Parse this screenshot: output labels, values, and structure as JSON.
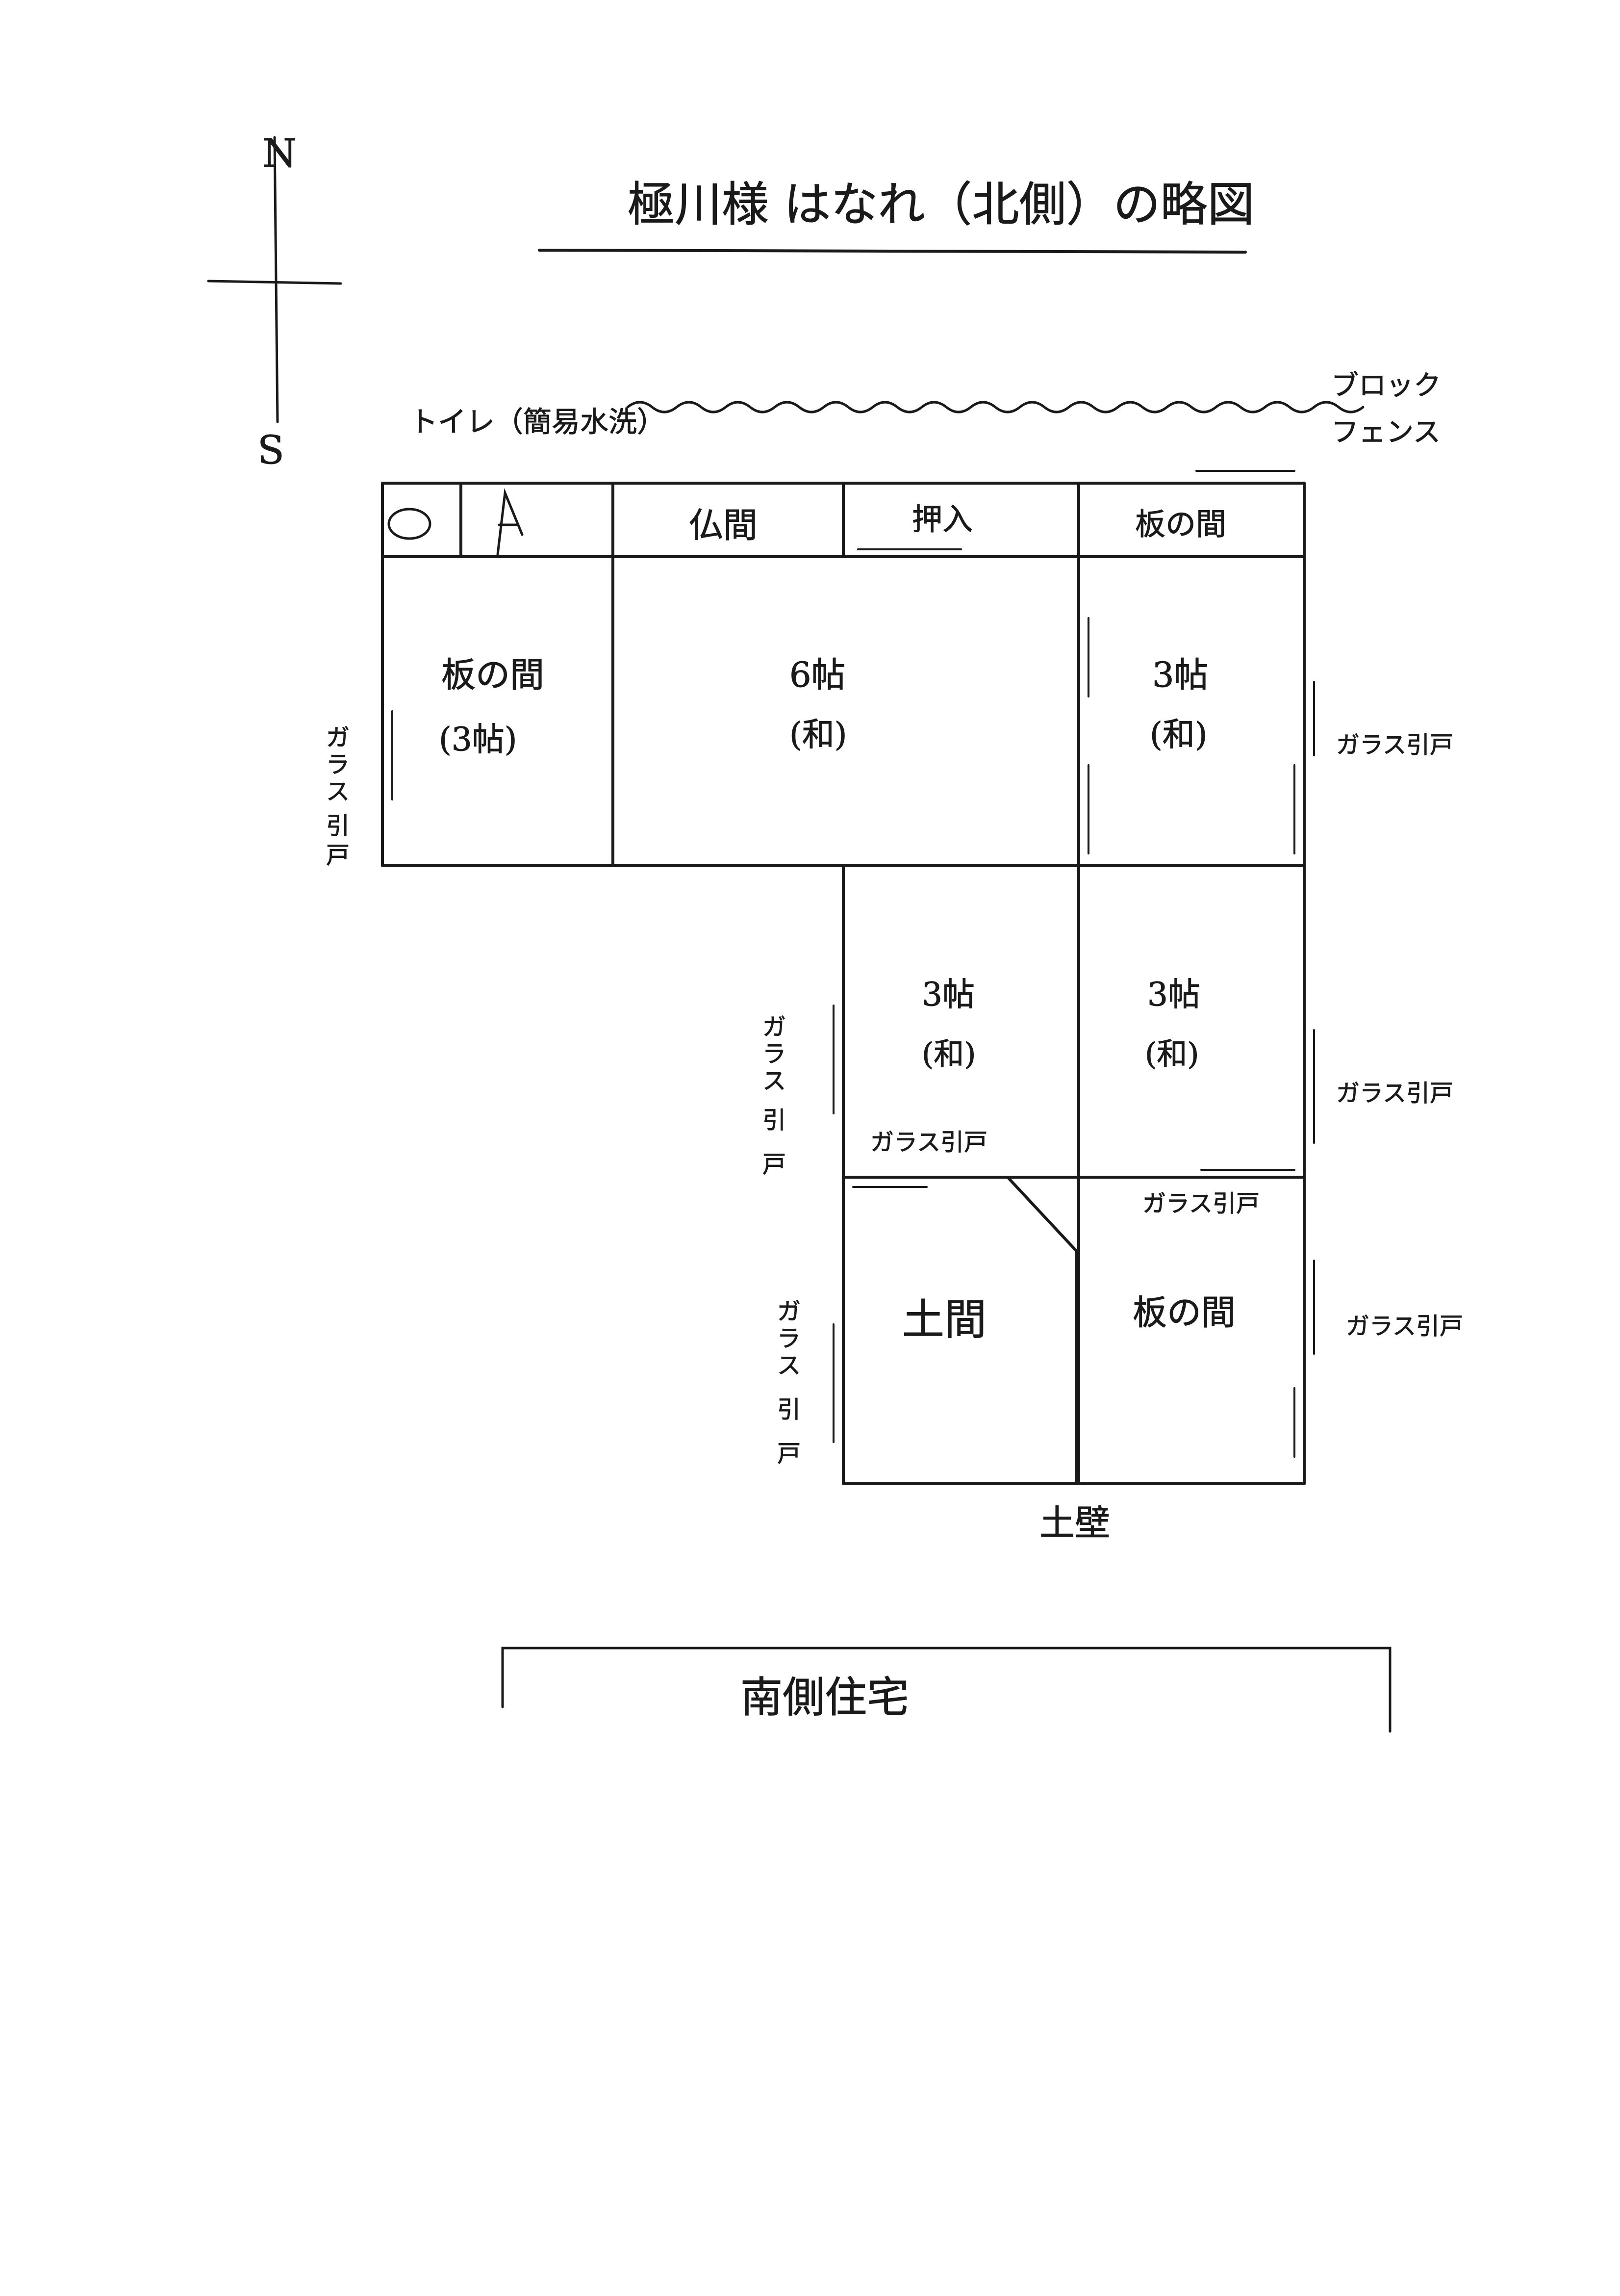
{
  "title": "極川様 はなれ（北側）の略図",
  "compass": {
    "north": "N",
    "south": "S"
  },
  "labels": {
    "toilet": "トイレ（簡易水洗）",
    "fence_1": "ブロック",
    "fence_2": "フェンス",
    "butsuma": "仏間",
    "oshiire": "押入",
    "itanoma_ne": "板の間",
    "itanoma_w_1": "板の間",
    "itanoma_w_2": "(3帖)",
    "room6_1": "6帖",
    "room6_2": "(和)",
    "room3ne_1": "3帖",
    "room3ne_2": "(和)",
    "room3c_1": "3帖",
    "room3c_2": "(和)",
    "room3e_1": "3帖",
    "room3e_2": "(和)",
    "doma": "土間",
    "itanoma_se": "板の間",
    "tsuchikabe": "土壁",
    "south_house": "南側住宅",
    "glass_west_1": "ガ",
    "glass_west_2": "ラ",
    "glass_west_3": "ス",
    "glass_west_4": "引",
    "glass_west_5": "戸",
    "glass_mid_1": "ガ",
    "glass_mid_2": "ラ",
    "glass_mid_3": "ス",
    "glass_mid_4": "引",
    "glass_mid_5": "戸",
    "glass_low_1": "ガ",
    "glass_low_2": "ラ",
    "glass_low_3": "ス",
    "glass_low_4": "引",
    "glass_low_5": "戸",
    "glass_east_1": "ガラス引戸",
    "glass_east_2": "ガラス引戸",
    "glass_east_3": "ガラス引戸",
    "glass_inner_1": "ガラス引戸",
    "glass_inner_2": "ガラス引戸"
  }
}
